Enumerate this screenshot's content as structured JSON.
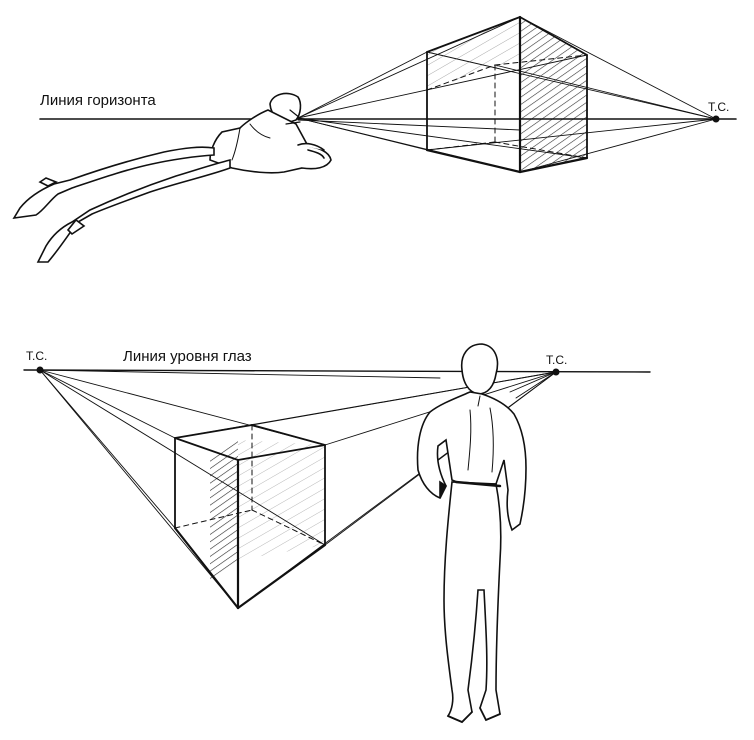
{
  "top_figure": {
    "horizon_label": "Линия горизонта",
    "vanishing_point_label": "Т.С."
  },
  "bottom_figure": {
    "eye_level_label": "Линия уровня глаз",
    "left_vanishing_point_label": "Т.С.",
    "right_vanishing_point_label": "Т.С."
  },
  "colors": {
    "ink": "#111111",
    "paper": "#ffffff"
  }
}
